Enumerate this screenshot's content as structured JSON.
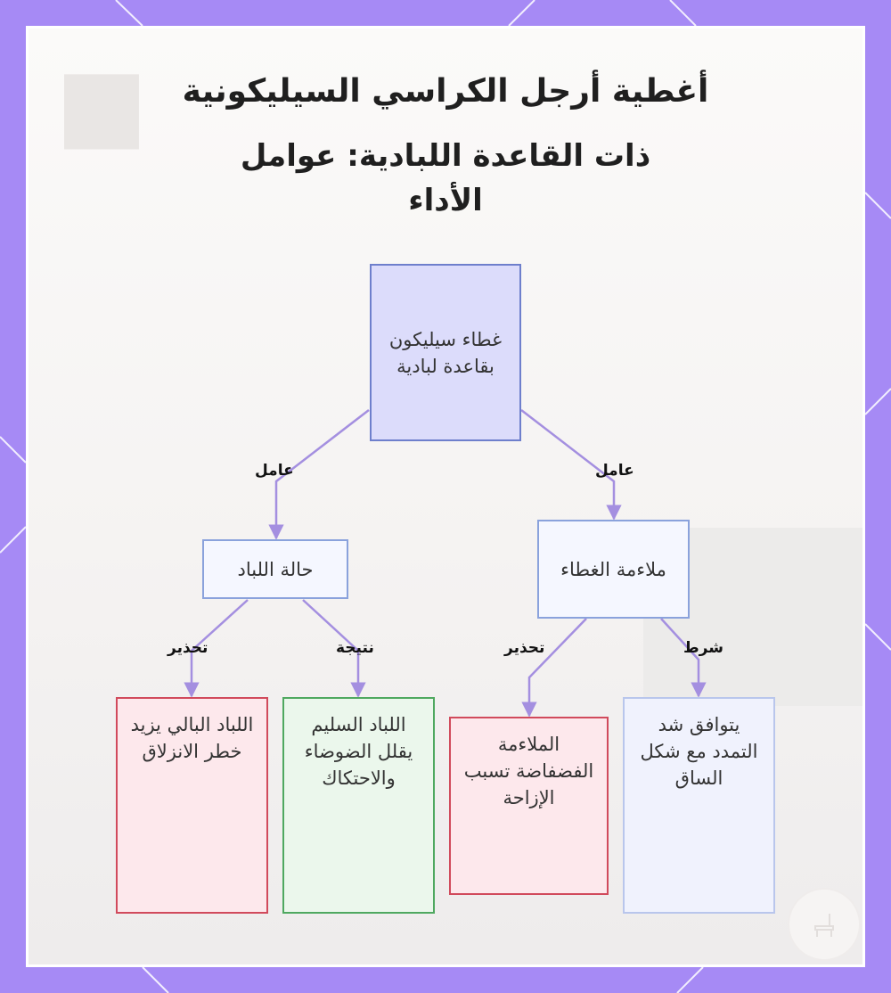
{
  "title": {
    "line1": "أغطية أرجل الكراسي السيليكونية",
    "line2": "ذات القاعدة اللبادية: عوامل",
    "line3": "الأداء"
  },
  "nodes": {
    "root": "غطاء سيليكون بقاعدة لبادية",
    "felt_condition": "حالة اللباد",
    "cover_fit": "ملاءمة الغطاء",
    "worn_felt": "اللباد البالي يزيد خطر الانزلاق",
    "intact_felt": "اللباد السليم يقلل الضوضاء والاحتكاك",
    "loose_fit": "الملاءمة الفضفاضة تسبب الإزاحة",
    "stretch_fit": "يتوافق شد التمدد مع شكل الساق"
  },
  "edge_labels": {
    "factor_left": "عامل",
    "factor_right": "عامل",
    "warning_left": "تحذير",
    "result": "نتيجة",
    "warning_right": "تحذير",
    "condition": "شرط"
  },
  "colors": {
    "frame": "#a68af5",
    "edge": "#a48fe0",
    "root_fill": "#dcdcfb",
    "warn_border": "#d14a5c",
    "good_border": "#4fa860"
  }
}
